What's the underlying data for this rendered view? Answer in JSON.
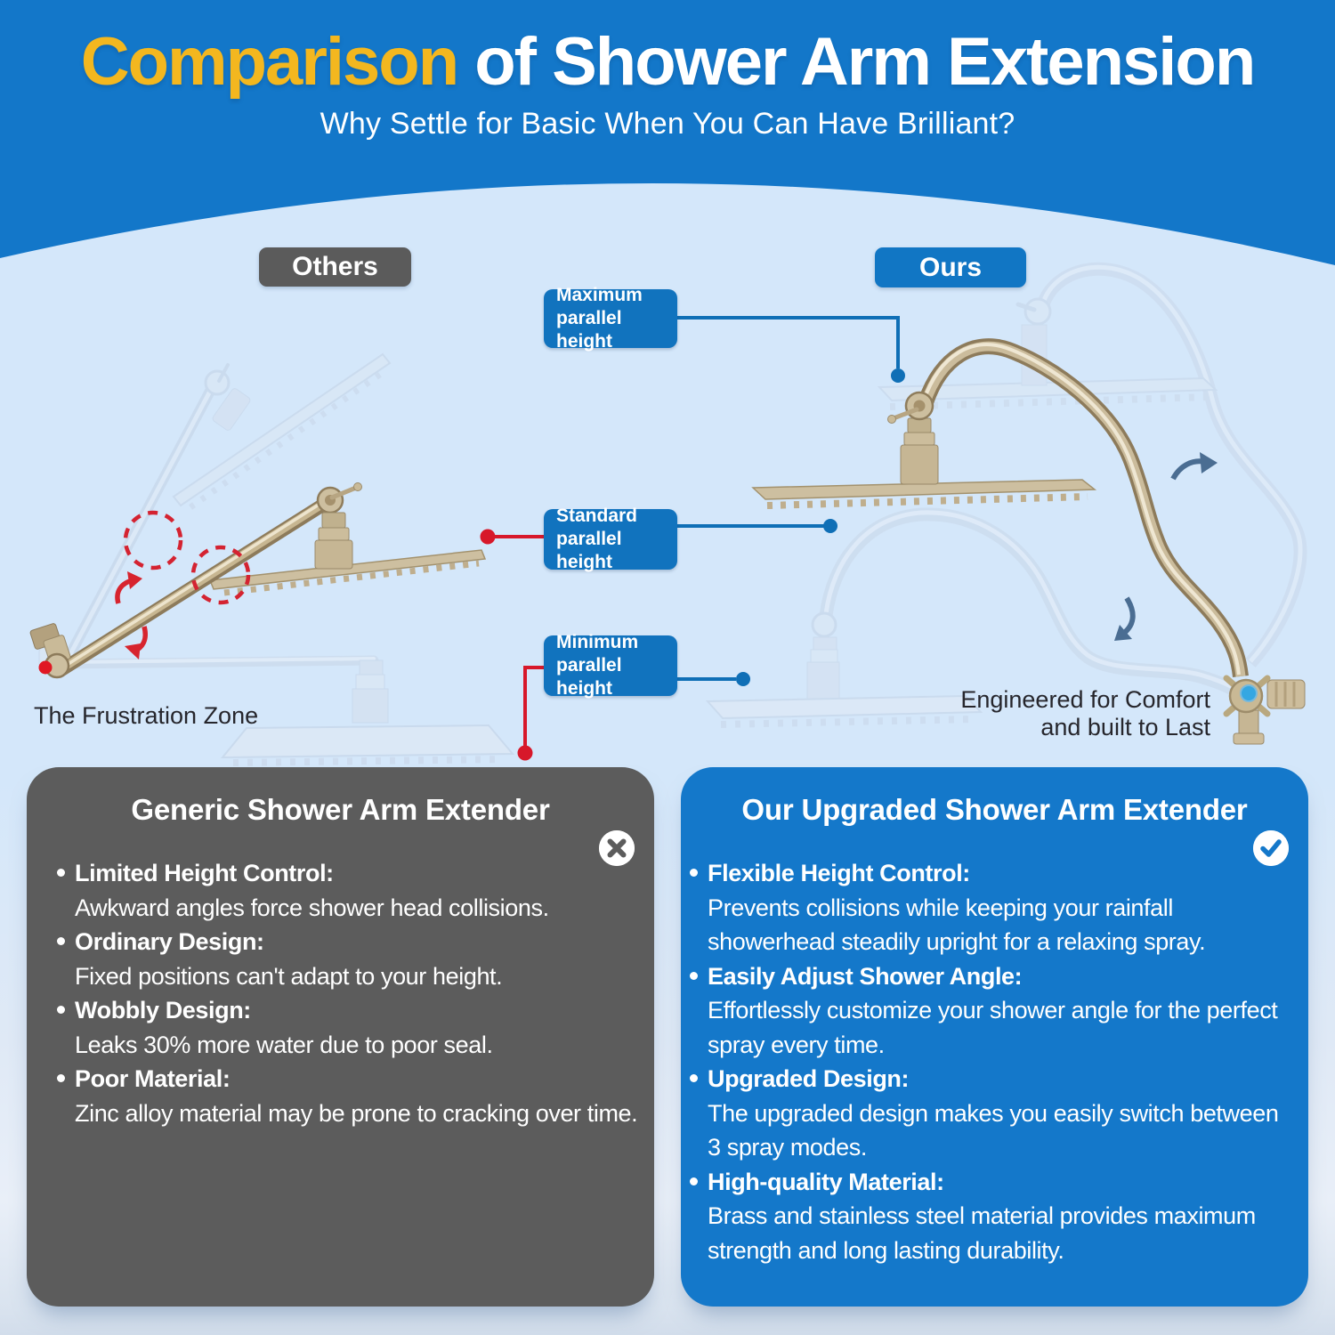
{
  "header": {
    "title_highlight": "Comparison",
    "title_rest": " of Shower Arm Extension",
    "subtitle": "Why Settle for Basic When You Can Have Brilliant?"
  },
  "diagram": {
    "others_badge": "Others",
    "ours_badge": "Ours",
    "height_labels": [
      {
        "line1": "Maximum",
        "line2": "parallel height"
      },
      {
        "line1": "Standard",
        "line2": "parallel height"
      },
      {
        "line1": "Minimum",
        "line2": "parallel height"
      }
    ],
    "left_caption": "The Frustration Zone",
    "right_caption_line1": "Engineered for Comfort",
    "right_caption_line2": "and built to Last"
  },
  "cards": {
    "generic": {
      "title": "Generic Shower Arm Extender",
      "icon": "x-mark",
      "items": [
        {
          "heading": "Limited Height Control:",
          "body": "Awkward angles force shower head collisions."
        },
        {
          "heading": "Ordinary Design:",
          "body": "Fixed positions can't adapt to your height."
        },
        {
          "heading": "Wobbly Design:",
          "body": "Leaks 30% more water due to poor seal."
        },
        {
          "heading": "Poor Material:",
          "body": "Zinc alloy material may be prone to cracking over time."
        }
      ]
    },
    "ours": {
      "title": "Our Upgraded Shower Arm Extender",
      "icon": "check-mark",
      "items": [
        {
          "heading": "Flexible Height Control:",
          "body": "Prevents collisions while keeping your rainfall showerhead steadily upright for a relaxing spray."
        },
        {
          "heading": "Easily Adjust Shower Angle:",
          "body": "Effortlessly customize your shower angle for the perfect spray every time."
        },
        {
          "heading": "Upgraded Design:",
          "body": "The upgraded design makes you easily switch between 3 spray modes."
        },
        {
          "heading": "High-quality Material:",
          "body": "Brass and stainless steel material provides maximum strength and long lasting durability."
        }
      ]
    }
  },
  "colors": {
    "header_blue": "#1377c9",
    "body_light_blue": "#d4e7fa",
    "label_blue": "#1173be",
    "card_blue": "#1478ca",
    "gray": "#5c5c5c",
    "accent_yellow": "#f3b71f",
    "accent_red": "#d7182a",
    "brass": "#c7b691",
    "ghost_blue": "#c9d7e9",
    "arrow_steel_blue": "#4a6d92",
    "connector_blue": "#0f6fb6"
  }
}
